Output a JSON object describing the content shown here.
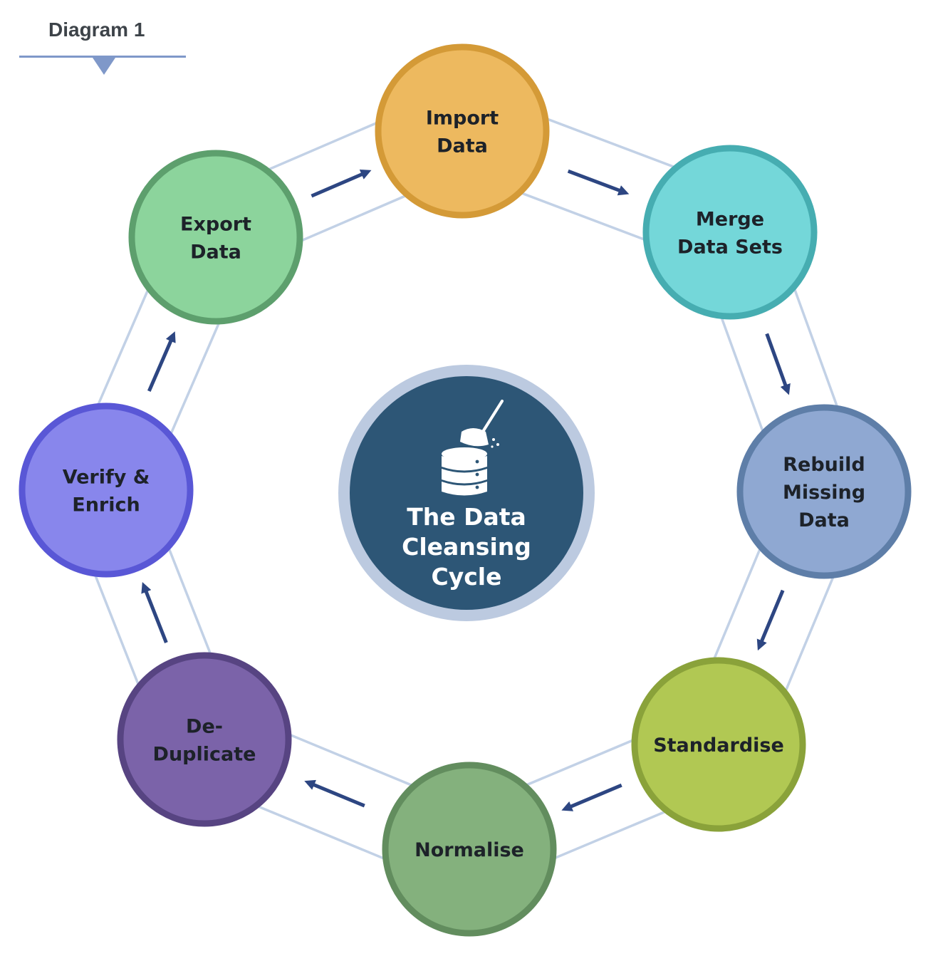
{
  "caption": "Diagram 1",
  "center": {
    "lines": [
      "The Data",
      "Cleansing",
      "Cycle"
    ],
    "icon": "database-broom-icon"
  },
  "steps": [
    {
      "id": "import-data",
      "lines": [
        "Import",
        "Data"
      ],
      "fill": "#edb95f",
      "stroke": "#d49a37"
    },
    {
      "id": "merge-data-sets",
      "lines": [
        "Merge",
        "Data Sets"
      ],
      "fill": "#74d7d9",
      "stroke": "#46adb1"
    },
    {
      "id": "rebuild-missing-data",
      "lines": [
        "Rebuild",
        "Missing",
        "Data"
      ],
      "fill": "#8fa8d2",
      "stroke": "#5e7ea8"
    },
    {
      "id": "standardise",
      "lines": [
        "Standardise"
      ],
      "fill": "#b1c853",
      "stroke": "#8aa23a"
    },
    {
      "id": "normalise",
      "lines": [
        "Normalise"
      ],
      "fill": "#84b17d",
      "stroke": "#628d5e"
    },
    {
      "id": "de-duplicate",
      "lines": [
        "De-",
        "Duplicate"
      ],
      "fill": "#7b63a9",
      "stroke": "#574482"
    },
    {
      "id": "verify-enrich",
      "lines": [
        "Verify &",
        "Enrich"
      ],
      "fill": "#8886ec",
      "stroke": "#5957d6"
    },
    {
      "id": "export-data",
      "lines": [
        "Export",
        "Data"
      ],
      "fill": "#8cd49c",
      "stroke": "#5d9f6d"
    }
  ],
  "colors": {
    "ring": "#c2d1e6",
    "arrow": "#2d4682",
    "center_fill": "#2d5676",
    "center_halo": "#bccae0",
    "caption_rule": "#7f98c9"
  }
}
